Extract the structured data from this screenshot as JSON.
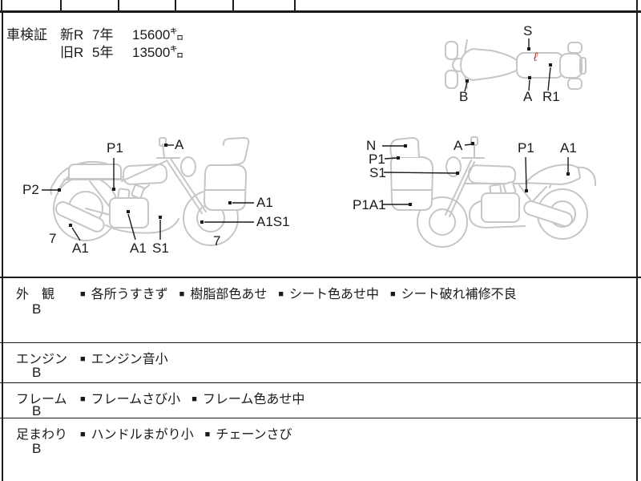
{
  "shaken": {
    "label": "車検証",
    "rows": [
      {
        "era": "新R",
        "years": "7年",
        "distance": "15600㌔"
      },
      {
        "era": "旧R",
        "years": "5年",
        "distance": "13500㌔"
      }
    ]
  },
  "diagrams": {
    "top_view": {
      "s": "S",
      "b": "B",
      "a": "A",
      "r1": "R1",
      "mark": "ℓ",
      "mark_color": "#c13b2e"
    },
    "left_bike": {
      "p2": "P2",
      "p1": "P1",
      "a": "A",
      "seven_rear": "7",
      "a1_muffler": "A1",
      "a1_engine": "A1",
      "s1_frame": "S1",
      "seven_front": "7",
      "a1_cowl": "A1",
      "a1s1_wheel": "A1S1"
    },
    "right_bike": {
      "n": "N",
      "p1_cowl": "P1",
      "s1": "S1",
      "p1a1": "P1A1",
      "a": "A",
      "p1_frame": "P1",
      "a1_tail": "A1"
    },
    "art_color": "#c6c6c6"
  },
  "inspection": {
    "bullet": "■",
    "rows": [
      {
        "category": "外　観",
        "grade": "B",
        "items": [
          "各所うすきず",
          "樹脂部色あせ",
          "シート色あせ中",
          "シート破れ補修不良"
        ]
      },
      {
        "category": "エンジン",
        "grade": "B",
        "items": [
          "エンジン音小"
        ]
      },
      {
        "category": "フレーム",
        "grade": "B",
        "items": [
          "フレームさび小",
          "フレーム色あせ中"
        ]
      },
      {
        "category": "足まわり",
        "grade": "B",
        "items": [
          "ハンドルまがり小",
          "チェーンさび"
        ]
      }
    ]
  }
}
